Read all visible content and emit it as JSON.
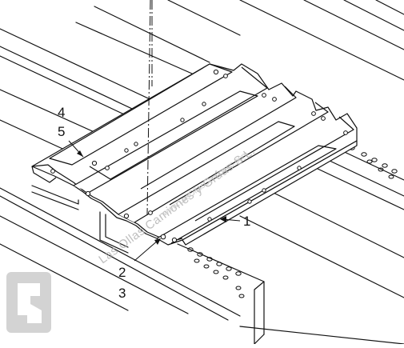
{
  "diagram": {
    "callouts": [
      {
        "id": "c4",
        "label": "4"
      },
      {
        "id": "c5",
        "label": "5"
      },
      {
        "id": "c1",
        "label": "1"
      },
      {
        "id": "c2",
        "label": "2"
      },
      {
        "id": "c3",
        "label": "3"
      }
    ]
  },
  "watermark": {
    "text": "Las Ollas Camiones y Grúas S.L.",
    "url": "www.LasOllasCamiones.com",
    "logo_icon": "company-logo-icon"
  },
  "colors": {
    "line": "#111111",
    "watermark": "#b8b8b8"
  }
}
